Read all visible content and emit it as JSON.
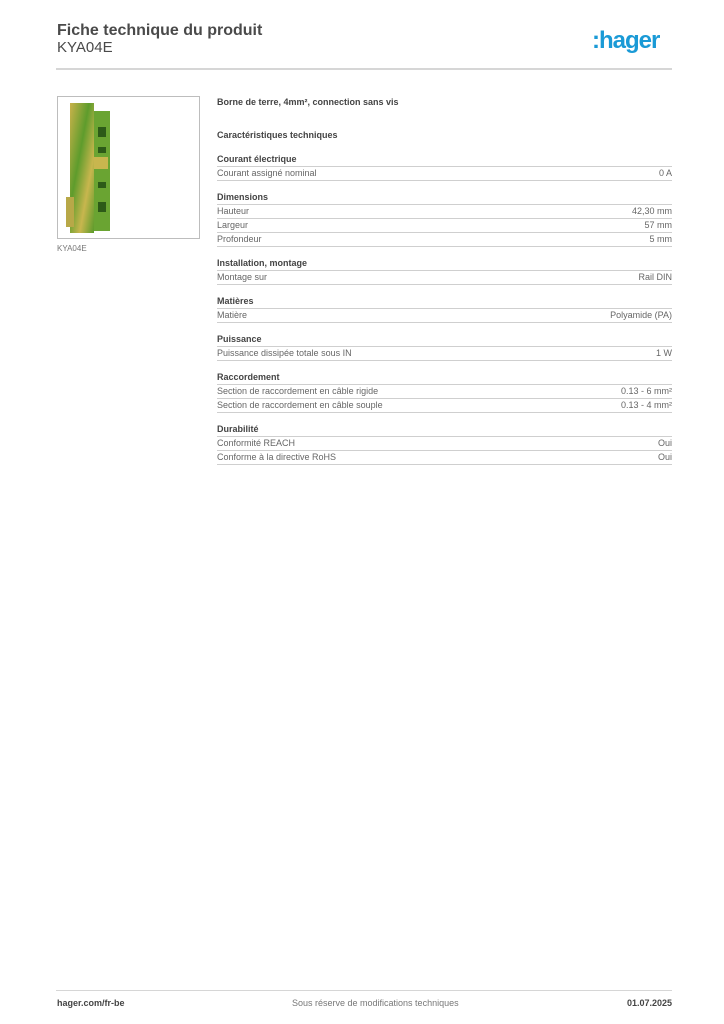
{
  "header": {
    "title": "Fiche technique du produit",
    "reference": "KYA04E",
    "logo_text": ":hager",
    "brand_color": "#1a9ad6"
  },
  "product": {
    "image_caption": "KYA04E",
    "description": "Borne de terre, 4mm², connection sans vis"
  },
  "characteristics_title": "Caractéristiques techniques",
  "sections": [
    {
      "title": "Courant électrique",
      "rows": [
        {
          "label": "Courant assigné nominal",
          "value": "0 A"
        }
      ]
    },
    {
      "title": "Dimensions",
      "rows": [
        {
          "label": "Hauteur",
          "value": "42,30 mm"
        },
        {
          "label": "Largeur",
          "value": "57 mm"
        },
        {
          "label": "Profondeur",
          "value": "5 mm"
        }
      ]
    },
    {
      "title": "Installation, montage",
      "rows": [
        {
          "label": "Montage sur",
          "value": "Rail DIN"
        }
      ]
    },
    {
      "title": "Matières",
      "rows": [
        {
          "label": "Matière",
          "value": "Polyamide (PA)"
        }
      ]
    },
    {
      "title": "Puissance",
      "rows": [
        {
          "label": "Puissance dissipée totale sous IN",
          "value": "1 W"
        }
      ]
    },
    {
      "title": "Raccordement",
      "rows": [
        {
          "label": "Section de raccordement en câble rigide",
          "value": "0.13 - 6 mm²"
        },
        {
          "label": "Section de raccordement en câble souple",
          "value": "0.13 - 4 mm²"
        }
      ]
    },
    {
      "title": "Durabilité",
      "rows": [
        {
          "label": "Conformité REACH",
          "value": "Oui"
        },
        {
          "label": "Conforme à la directive RoHS",
          "value": "Oui"
        }
      ]
    }
  ],
  "footer": {
    "website": "hager.com/fr-be",
    "disclaimer": "Sous réserve de modifications techniques",
    "date": "01.07.2025"
  }
}
